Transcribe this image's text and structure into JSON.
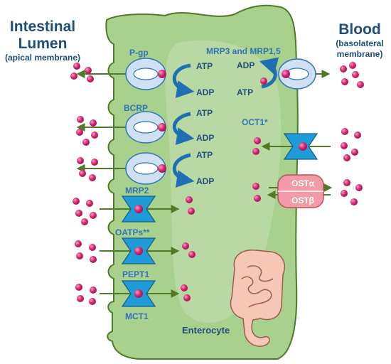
{
  "titles": {
    "lumen_main": "Intestinal Lumen",
    "lumen_sub": "(apical membrane)",
    "blood_main": "Blood",
    "blood_sub": "(basolateral membrane)"
  },
  "transporters": {
    "pgp": "P-gp",
    "bcrp": "BCRP",
    "mrp2": "MRP2",
    "oatps": "OATPs**",
    "pept1": "PEPT1",
    "mct1": "MCT1",
    "mrp3": "MRP3 and MRP1,5",
    "oct1": "OCT1*",
    "ost_alpha": "OSTα",
    "ost_beta": "OSTβ"
  },
  "energy": {
    "atp": "ATP",
    "adp": "ADP"
  },
  "cell_label": "Enterocyte",
  "colors": {
    "cell_fill": "#a9d18e",
    "cell_stroke": "#4f7a28",
    "molecule": "#d6246e",
    "efflux_pump": "#cfe0f2",
    "influx_channel": "#1f9bd7",
    "ost_channel": "#f29aa5",
    "arrow_green": "#4f7a28",
    "label_blue": "#2e75b6"
  }
}
